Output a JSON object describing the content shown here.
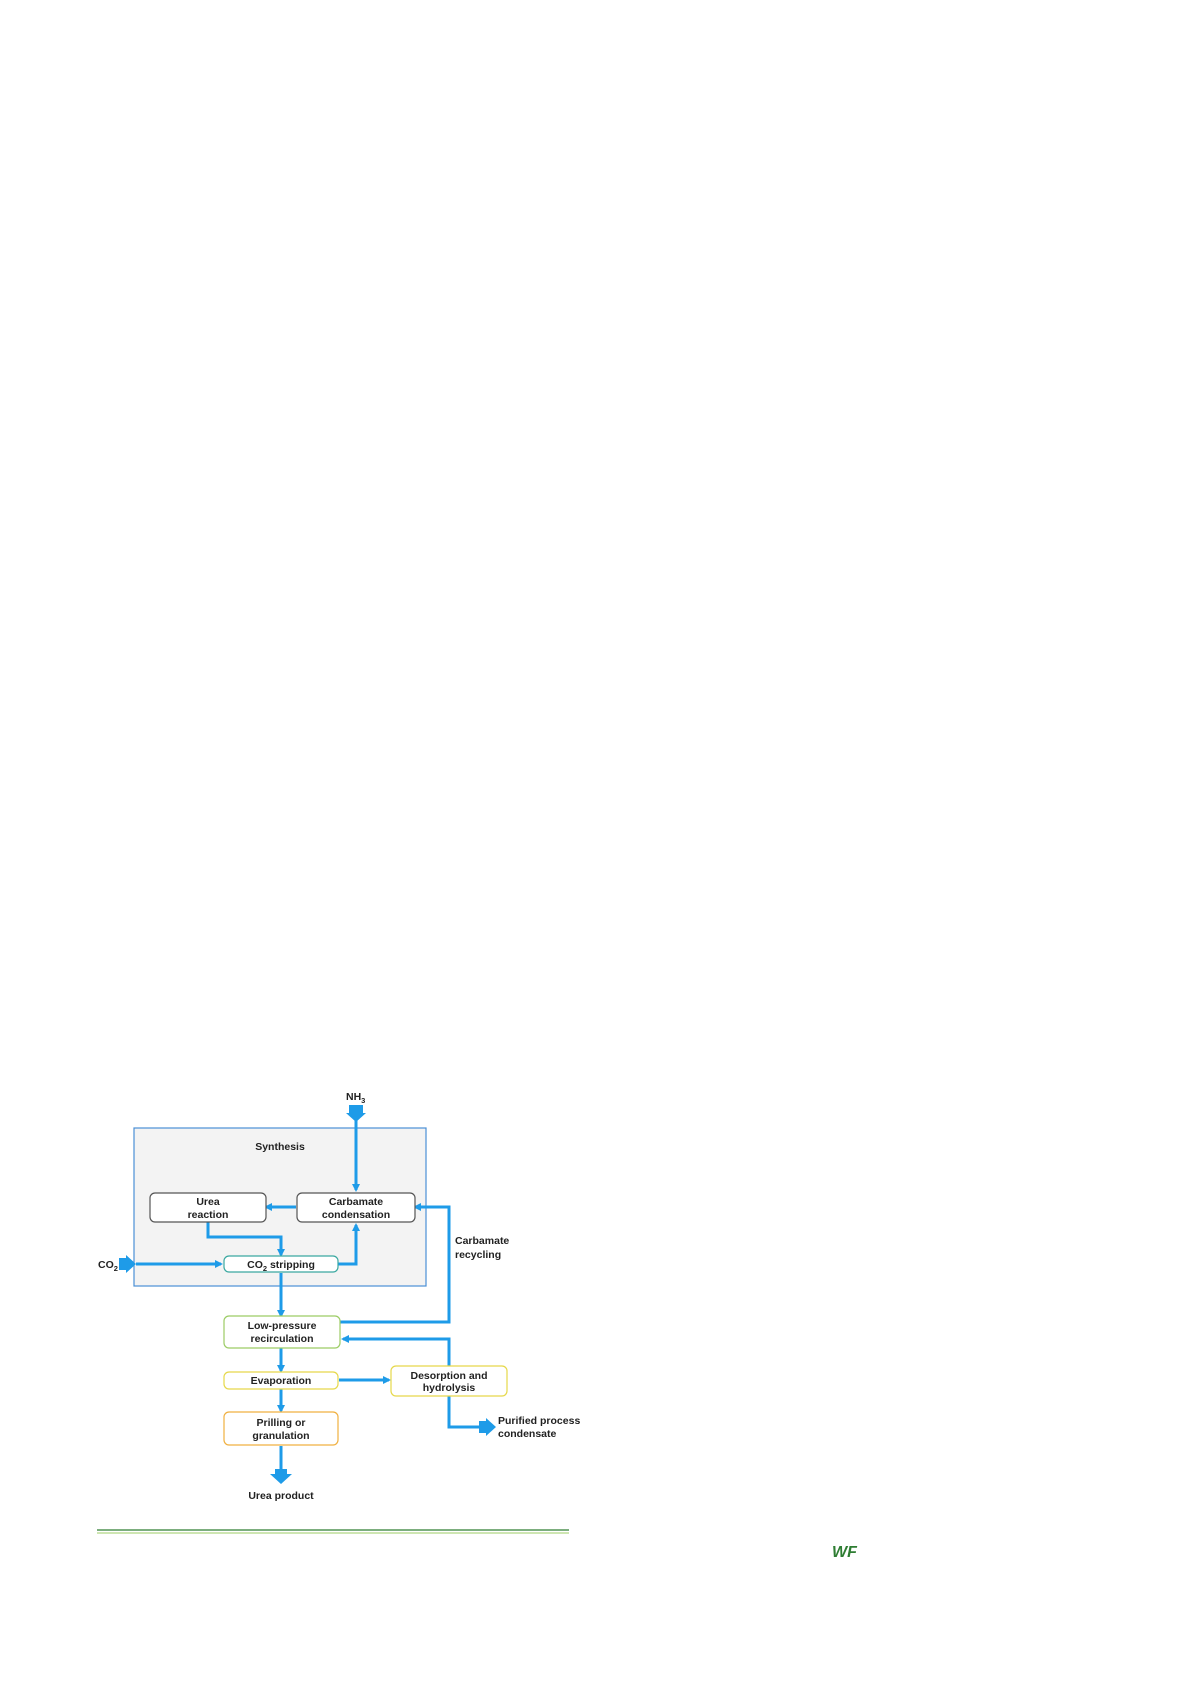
{
  "diagram": {
    "synthesis_title": "Synthesis",
    "nodes": {
      "urea_reaction": [
        "Urea",
        "reaction"
      ],
      "carbamate_condensation": [
        "Carbamate",
        "condensation"
      ],
      "co2_stripping": {
        "prefix": "CO",
        "sub": "2",
        "suffix": " stripping"
      },
      "low_pressure_recirculation": [
        "Low-pressure",
        "recirculation"
      ],
      "evaporation": "Evaporation",
      "desorption_hydrolysis": [
        "Desorption and",
        "hydrolysis"
      ],
      "prilling_granulation": [
        "Prilling or",
        "granulation"
      ]
    },
    "inputs": {
      "nh3": {
        "main": "NH",
        "sub": "3"
      },
      "co2": {
        "main": "CO",
        "sub": "2"
      }
    },
    "annotations": {
      "carbamate_recycling": [
        "Carbamate",
        "recycling"
      ],
      "purified_condensate": [
        "Purified process",
        "condensate"
      ],
      "urea_product": "Urea product"
    },
    "colors": {
      "flow": "#1e9be8",
      "synthesis_fill": "#f3f3f3",
      "synthesis_border": "#4a8fd6",
      "dark_box": "#555555",
      "teal_box": "#3aa8a0",
      "green_box": "#9ccc65",
      "yellow_box": "#e6d84a",
      "orange_box": "#f0b040",
      "rule": "#2e7d32"
    }
  },
  "footer": {
    "logo": "WF"
  }
}
